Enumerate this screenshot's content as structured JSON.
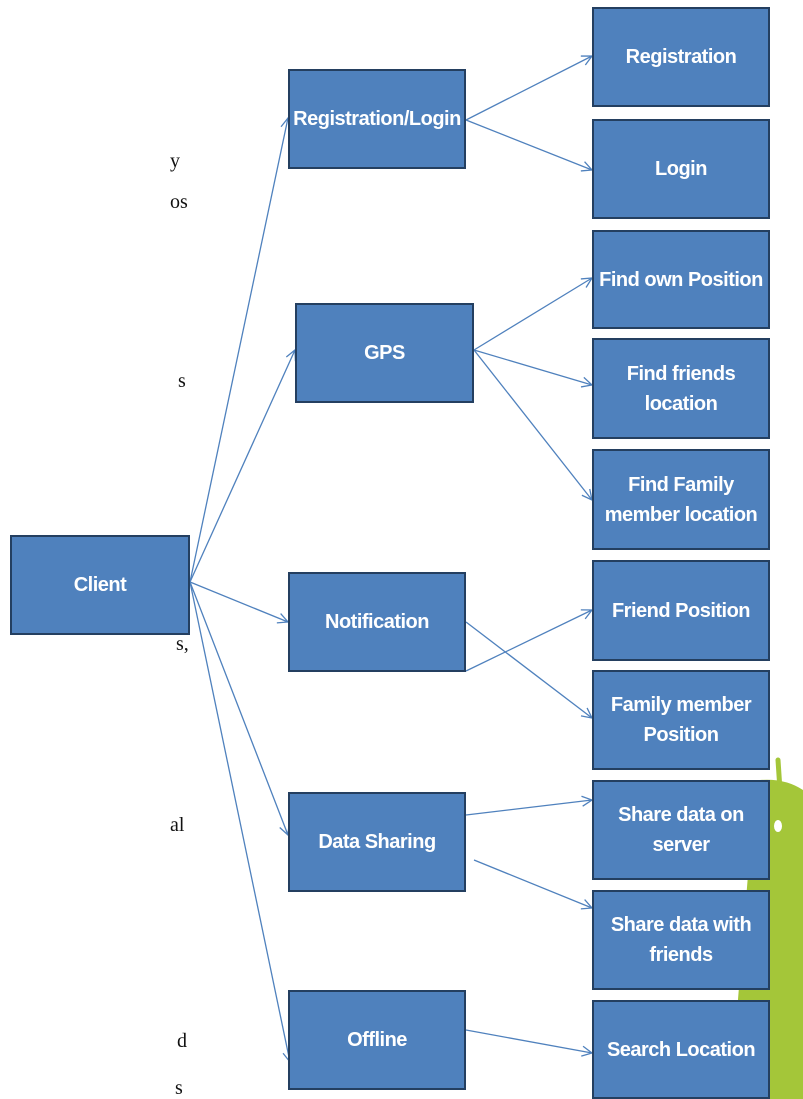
{
  "nodes": {
    "client": "Client",
    "registration_login": "Registration/Login",
    "gps": "GPS",
    "notification": "Notification",
    "data_sharing": "Data Sharing",
    "offline": "Offline",
    "registration": "Registration",
    "login": "Login",
    "find_own_position": "Find own Position",
    "find_friends_location": "Find  friends\nlocation",
    "find_family_member_location": "Find Family\nmember location",
    "friend_position": "Friend  Position",
    "family_member_position": "Family member\nPosition",
    "share_data_on_server": "Share data on\nserver",
    "share_data_with_friends": "Share data with\nfriends",
    "search_location": "Search Location"
  },
  "background_text_fragments": [
    "y",
    "os",
    "s",
    "s,",
    "al",
    "d",
    "s"
  ],
  "colors": {
    "box_fill": "#4f81bd",
    "box_border": "#243f60",
    "box_text": "#ffffff",
    "connector": "#4f81bd",
    "android_green": "#a4c639"
  }
}
